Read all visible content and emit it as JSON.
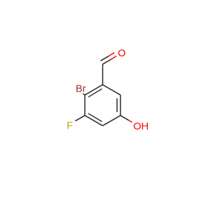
{
  "molecule": {
    "atoms": {
      "oxygen_aldehyde": "O",
      "bromine": "Br",
      "fluorine": "F",
      "hydroxyl": "OH"
    },
    "colors": {
      "bond": "#333333",
      "oxygen": "#ff0000",
      "bromine": "#a52a2a",
      "fluorine": "#b8a800"
    }
  }
}
